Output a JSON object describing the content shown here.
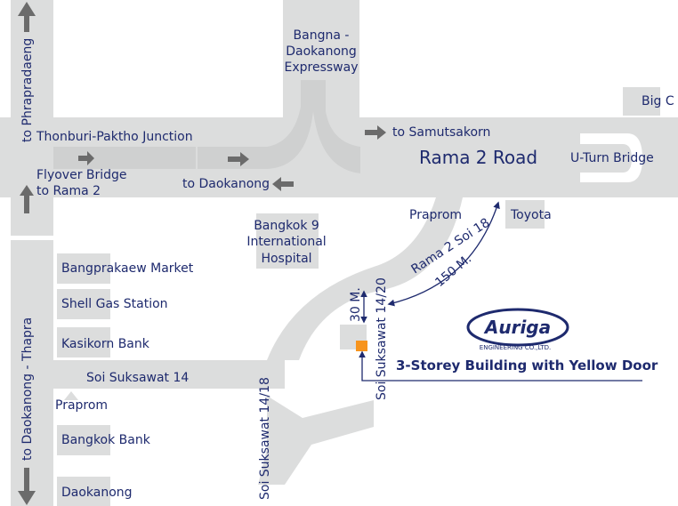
{
  "colors": {
    "road": "#dcdddd",
    "text": "#1e2a6e",
    "arrow": "#6b6b6b",
    "marker": "#f7941d"
  },
  "labels": {
    "expressway": [
      "Bangna -",
      "Daokanong",
      "Expressway"
    ],
    "big_c": "Big C",
    "to_phrapradaeng": "to Phrapradaeng",
    "junction": "Thonburi-Paktho Junction",
    "to_samutsakorn": "to Samutsakorn",
    "rama2": "Rama 2 Road",
    "uturn": "U-Turn Bridge",
    "flyover": [
      "Flyover Bridge",
      "to Rama 2"
    ],
    "to_daokanong": "to Daokanong",
    "praprom_top": "Praprom",
    "toyota": "Toyota",
    "hospital": [
      "Bangkok 9",
      "International",
      "Hospital"
    ],
    "soi18": "Rama 2 Soi 18",
    "dist150": "150 M.",
    "market": "Bangprakaew Market",
    "shell": "Shell Gas Station",
    "dist30": "30 M.",
    "soi1420": "Soi Suksawat 14/20",
    "kasikorn": "Kasikorn Bank",
    "building": "3-Storey Building with Yellow Door",
    "to_thapra": "to Daokanong - Thapra",
    "soi14": "Soi Suksawat 14",
    "soi1418": "Soi Suksawat 14/18",
    "praprom_bottom": "Praprom",
    "bangkok_bank": "Bangkok Bank",
    "daokanong": "Daokanong"
  },
  "logo": {
    "name": "Auriga",
    "sub": "ENGINEERING CO.,LTD."
  }
}
